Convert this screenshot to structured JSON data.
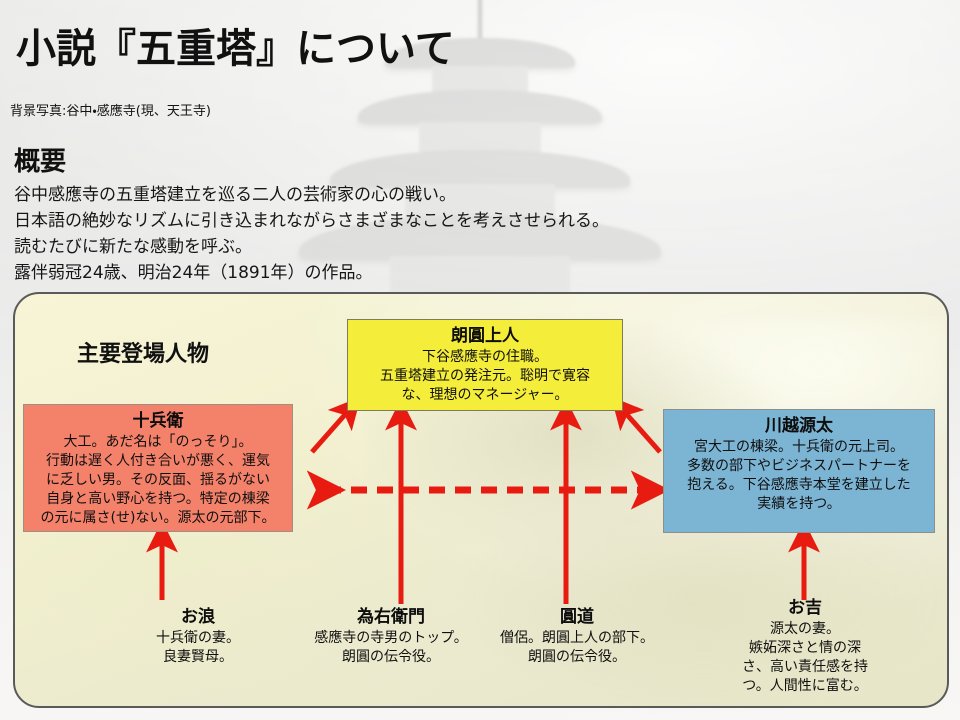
{
  "slide": {
    "title": "小説『五重塔』について",
    "photo_credit": "背景写真:谷中・感應寺(現、天王寺)",
    "section_heading": "概要",
    "overview": [
      "谷中感應寺の五重塔建立を巡る二人の芸術家の心の戦い。",
      "日本語の絶妙なリズムに引き込まれながらさまざまなことを考えさせられる。",
      "読むたびに新たな感動を呼ぶ。",
      "露伴弱冠24歳、明治24年（1891年）の作品。"
    ]
  },
  "panel": {
    "heading": "主要登場人物",
    "characters": [
      {
        "id": "jubei",
        "name": "十兵衛",
        "color": "#f4816a",
        "desc": [
          "大工。あだ名は「のっそり」。",
          "行動は遅く人付き合いが悪く、運気",
          "に乏しい男。その反面、揺るがない",
          "自身と高い野心を持つ。特定の棟梁",
          "の元に属さ(せ)ない。源太の元部下。"
        ]
      },
      {
        "id": "rouen",
        "name": "朗圓上人",
        "color": "#f4ed3a",
        "desc": [
          "下谷感應寺の住職。",
          "五重塔建立の発注元。聡明で寛容",
          "な、理想のマネージャー。"
        ]
      },
      {
        "id": "genta",
        "name": "川越源太",
        "color": "#7cb4d4",
        "desc": [
          "宮大工の棟梁。十兵衛の元上司。",
          "多数の部下やビジネスパートナーを",
          "抱える。下谷感應寺本堂を建立した",
          "実績を持つ。"
        ]
      }
    ],
    "minor_characters": [
      {
        "id": "onami",
        "name": "お浪",
        "desc": [
          "十兵衛の妻。",
          "良妻賢母。"
        ]
      },
      {
        "id": "tameuemon",
        "name": "為右衛門",
        "desc": [
          "感應寺の寺男のトップ。",
          "朗圓の伝令役。"
        ]
      },
      {
        "id": "endou",
        "name": "圓道",
        "desc": [
          "僧侶。朗圓上人の部下。",
          "朗圓の伝令役。"
        ]
      },
      {
        "id": "okichi",
        "name": "お吉",
        "desc": [
          "源太の妻。",
          "嫉妬深さと情の深",
          "さ、高い責任感を持",
          "つ。人間性に富む。"
        ]
      }
    ],
    "arrow_color": "#e81b11"
  }
}
